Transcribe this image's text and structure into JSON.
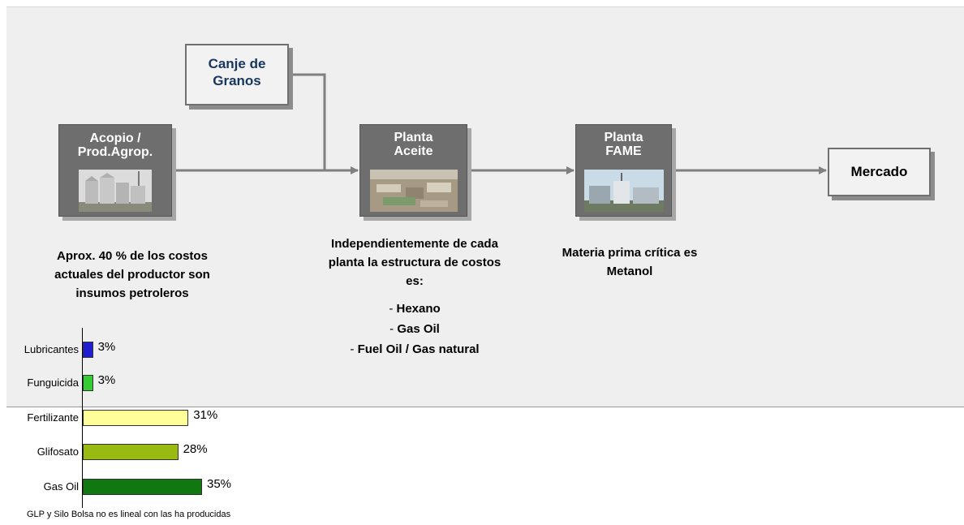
{
  "nodes": {
    "canje": "Canje de Granos",
    "acopio": "Acopio / Prod.Agrop.",
    "aceite": "Planta Aceite",
    "fame": "Planta FAME",
    "mercado": "Mercado"
  },
  "captions": {
    "acopio": "Aprox. 40 % de los costos actuales del productor son insumos petroleros",
    "aceite_intro": "Independientemente de cada planta  la estructura de costos es:",
    "aceite_items": [
      "Hexano",
      "Gas Oil",
      "Fuel Oil / Gas natural"
    ],
    "fame": "Materia prima crítica es Metanol"
  },
  "chart_data": {
    "type": "bar",
    "orientation": "horizontal",
    "categories": [
      "Lubricantes",
      "Funguicida",
      "Fertilizante",
      "Glifosato",
      "Gas Oil"
    ],
    "values": [
      3,
      3,
      31,
      28,
      35
    ],
    "value_labels": [
      "3%",
      "3%",
      "31%",
      "28%",
      "35%"
    ],
    "colors": [
      "#1f1fcf",
      "#33cc33",
      "#ffff99",
      "#99bb11",
      "#117711"
    ],
    "xlim": [
      0,
      35
    ],
    "grid": false,
    "legend": false
  },
  "footnote": "GLP y Silo Bolsa no es lineal con las ha producidas"
}
